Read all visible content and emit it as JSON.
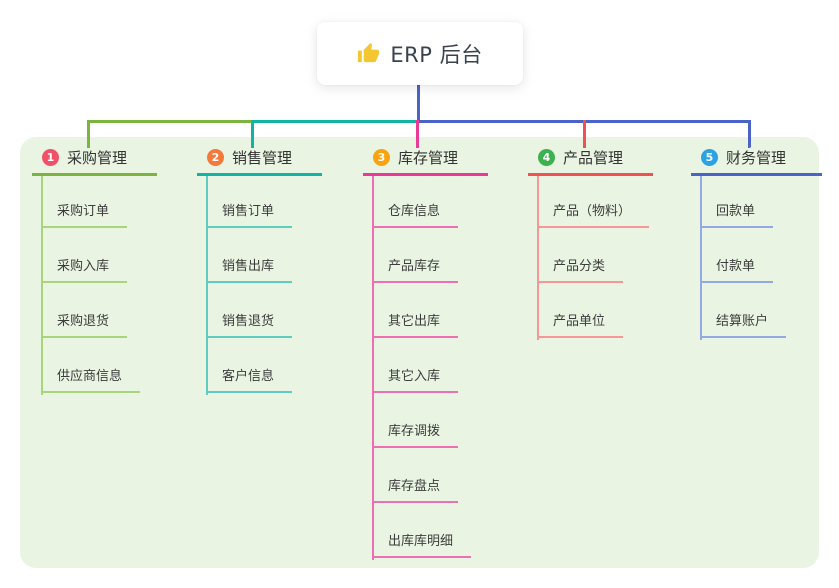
{
  "root": {
    "title": "ERP 后台",
    "icon": "thumbs-up-icon"
  },
  "branches": [
    {
      "index": "1",
      "title": "采购管理",
      "line_color": "#7cb440",
      "light_line_color": "#a8d47c",
      "badge_color": "#ef5168",
      "items": [
        "采购订单",
        "采购入库",
        "采购退货",
        "供应商信息"
      ]
    },
    {
      "index": "2",
      "title": "销售管理",
      "line_color": "#12b2a4",
      "light_line_color": "#5fccc0",
      "badge_color": "#f5793b",
      "items": [
        "销售订单",
        "销售出库",
        "销售退货",
        "客户信息"
      ]
    },
    {
      "index": "3",
      "title": "库存管理",
      "line_color": "#e93a98",
      "light_line_color": "#f06fb4",
      "badge_color": "#f9a40e",
      "items": [
        "仓库信息",
        "产品库存",
        "其它出库",
        "其它入库",
        "库存调拨",
        "库存盘点",
        "出库库明细"
      ]
    },
    {
      "index": "4",
      "title": "产品管理",
      "line_color": "#f05152",
      "light_line_color": "#f59697",
      "badge_color": "#3db150",
      "items": [
        "产品（物料）",
        "产品分类",
        "产品单位"
      ]
    },
    {
      "index": "5",
      "title": "财务管理",
      "line_color": "#4a63c8",
      "light_line_color": "#92aae4",
      "badge_color": "#2aa3e3",
      "items": [
        "回款单",
        "付款单",
        "结算账户"
      ]
    }
  ],
  "palette": {
    "root_trunk": "#4a63c8",
    "panel_background": "#e9f5e2",
    "page_background": "#ffffff",
    "thumb_icon_color": "#f3c632"
  }
}
